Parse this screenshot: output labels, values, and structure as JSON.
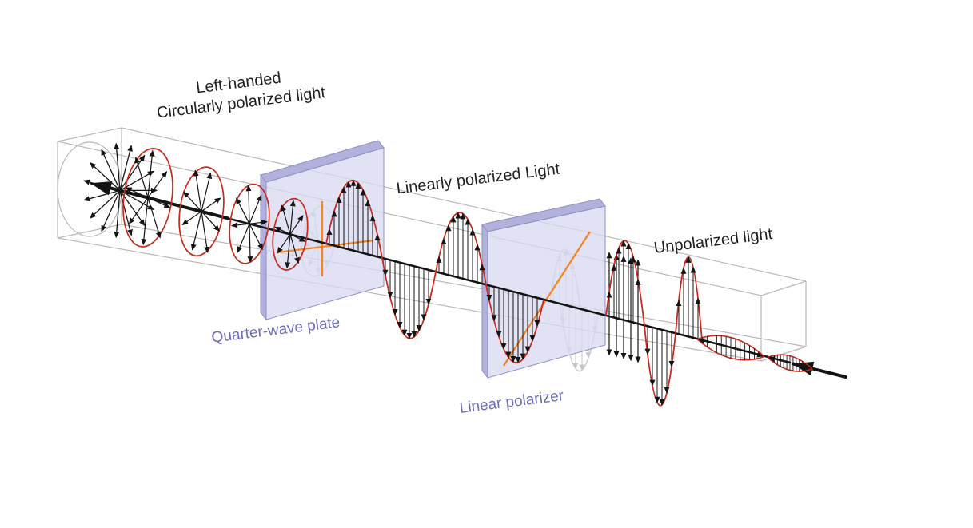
{
  "labels": {
    "circular_line1": "Left-handed",
    "circular_line2": "Circularly polarized light",
    "linear": "Linearly polarized Light",
    "unpolarized": "Unpolarized light",
    "qwp": "Quarter-wave plate",
    "polarizer": "Linear polarizer"
  },
  "colors": {
    "envelope_red": "#c92a1c",
    "axis_black": "#141414",
    "plate_fill": "#dadaf2",
    "plate_edge": "#8f8fc4",
    "plate_side": "#a9a9d8",
    "orange_axis": "#f5841f",
    "tube_gray": "#b9b9b9",
    "ghost_gray": "#a3a3a3",
    "label_dark": "#1f1f1f",
    "label_purple": "#6d6db8",
    "background": "#ffffff"
  }
}
